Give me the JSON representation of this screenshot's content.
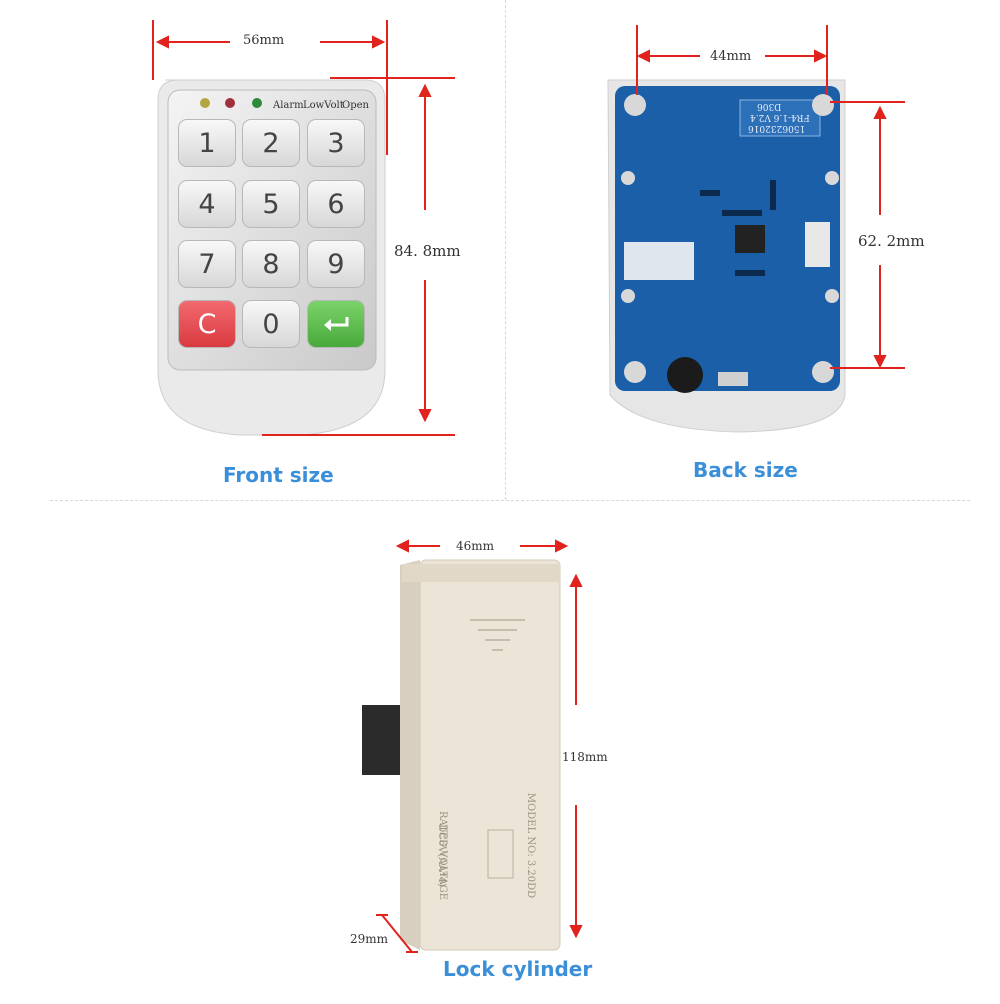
{
  "sections": {
    "front": {
      "caption": "Front size",
      "width_label": "56mm",
      "height_label": "84. 8mm",
      "indicators": [
        "Alarm",
        "LowVolt",
        "Open"
      ],
      "keys": [
        "1",
        "2",
        "3",
        "4",
        "5",
        "6",
        "7",
        "8",
        "9",
        "C",
        "0"
      ]
    },
    "back": {
      "caption": "Back size",
      "width_label": "44mm",
      "height_label": "62. 2mm",
      "board_text": [
        "D306",
        "FR4-1.6 V2.4",
        "1506232016"
      ]
    },
    "lock": {
      "caption": "Lock cylinder",
      "width_label": "46mm",
      "height_label": "118mm",
      "depth_label": "29mm",
      "body_text": [
        "RATED VOLTAGE",
        "DC6V(AA*4)",
        "MODEL NO: 3.20DD"
      ]
    }
  },
  "colors": {
    "dimension_arrow": "#e0231c",
    "caption_text": "#3a8fd8",
    "key_clear": "#e8454b",
    "key_enter": "#5cc04a",
    "pcb": "#1a5fa8"
  }
}
